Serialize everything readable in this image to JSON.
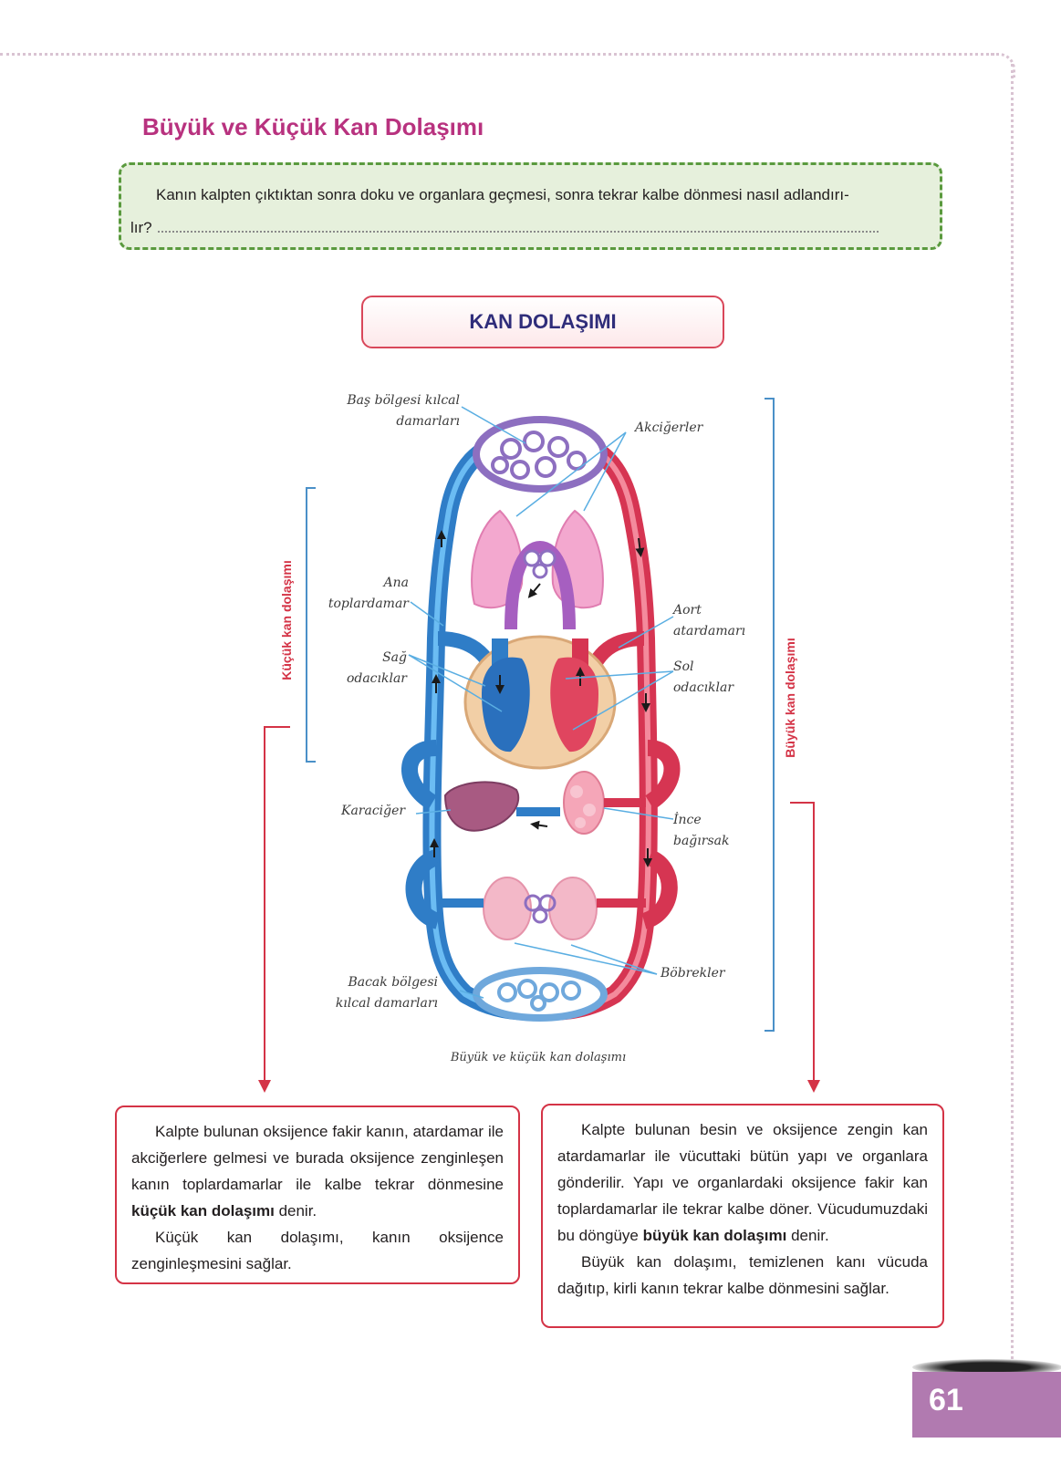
{
  "title": "Büyük ve Küçük Kan Dolaşımı",
  "question": {
    "line1": "Kanın kalpten çıktıktan sonra doku ve organlara geçmesi, sonra tekrar kalbe dönmesi nasıl adlandırı-",
    "line2": "lır?"
  },
  "diagram": {
    "heading": "KAN DOLAŞIMI",
    "labels": {
      "bas_1": "Baş bölgesi kılcal",
      "bas_2": "damarları",
      "akcigerler": "Akciğerler",
      "ana_1": "Ana",
      "ana_2": "toplardamar",
      "aort_1": "Aort",
      "aort_2": "atardamarı",
      "sag_1": "Sağ",
      "sag_2": "odacıklar",
      "sol_1": "Sol",
      "sol_2": "odacıklar",
      "karaciger": "Karaciğer",
      "ince_1": "İnce",
      "ince_2": "bağırsak",
      "bobrekler": "Böbrekler",
      "bacak_1": "Bacak bölgesi",
      "bacak_2": "kılcal damarları"
    },
    "left_side_label": "Küçük kan dolaşımı",
    "right_side_label": "Büyük kan dolaşımı",
    "caption": "Büyük ve küçük kan dolaşımı"
  },
  "left_box": {
    "p1_before": "Kalpte bulunan oksijence fakir kanın, atardamar ile akciğerlere gelmesi ve burada oksijence zenginleşen kanın toplardamarlar ile kalbe tekrar dönmesine ",
    "p1_bold": "küçük kan dolaşımı",
    "p1_after": " denir.",
    "p2": "Küçük kan dolaşımı, kanın oksijence zenginleşmesini sağlar."
  },
  "right_box": {
    "p1_before": "Kalpte bulunan besin ve oksijence zengin kan atardamarlar ile vücuttaki bütün yapı ve organlara gönderilir. Yapı ve organlardaki oksijence fakir kan toplardamarlar ile tekrar kalbe döner. Vücudumuzdaki bu döngüye ",
    "p1_bold": "büyük kan dolaşımı",
    "p1_after": " denir.",
    "p2": "Büyük kan dolaşımı, temizlenen kanı vücuda dağıtıp, kirli kanın tekrar kalbe dönmesini sağlar."
  },
  "page_number": "61",
  "colors": {
    "vein": "#3a8fd6",
    "artery": "#e0455f",
    "accent": "#b8327f",
    "box_border": "#d43346"
  }
}
